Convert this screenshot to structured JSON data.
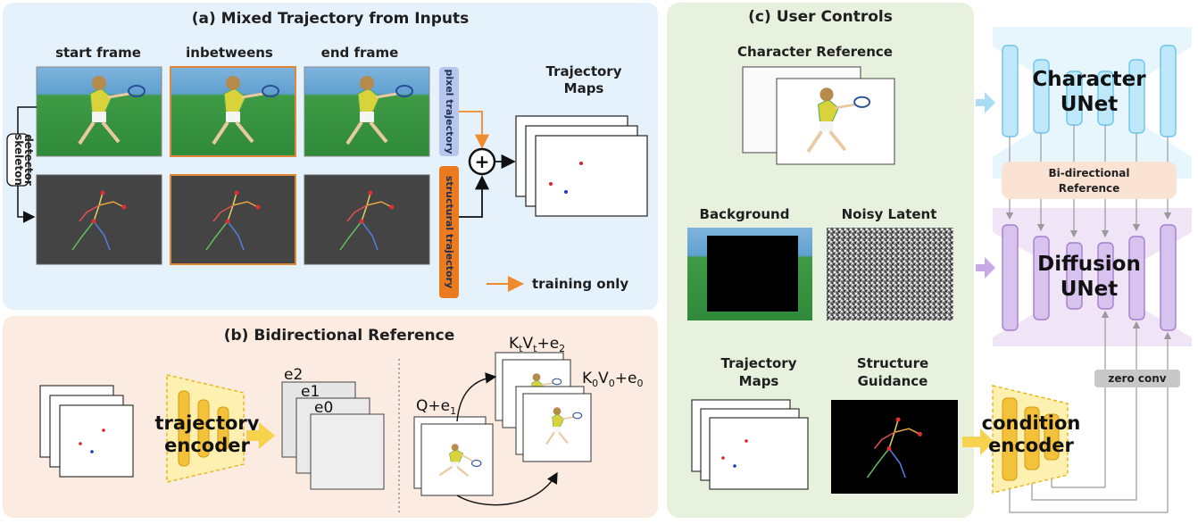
{
  "panel_a": {
    "title": "(a) Mixed Trajectory from Inputs",
    "start_frame": "start frame",
    "inbetweens": "inbetweens",
    "end_frame": "end frame",
    "skeleton_detector": [
      "skeleton",
      "detector"
    ],
    "pixel_trajectory": "pixel trajectory",
    "structural_trajectory": "structural trajectory",
    "plus_symbol": "+",
    "trajectory_maps": [
      "Trajectory",
      "Maps"
    ],
    "training_only": "training only"
  },
  "panel_b": {
    "title": "(b) Bidirectional Reference",
    "trajectory_encoder": [
      "trajectory",
      "encoder"
    ],
    "e2": "e2",
    "e1": "e1",
    "e0": "e0",
    "q_label": "Q+e",
    "q_sub": "1",
    "kt_k": "K",
    "kt_t1": "t",
    "kt_v": "V",
    "kt_t2": "t",
    "kt_plus": "+e",
    "kt_sub": "2",
    "k0_k": "K",
    "k0_01": "0",
    "k0_v": "V",
    "k0_02": "0",
    "k0_plus": "+e",
    "k0_sub": "0"
  },
  "panel_c": {
    "title": "(c) User Controls",
    "character_reference": "Character Reference",
    "background": "Background",
    "noisy_latent": "Noisy Latent",
    "trajectory_maps": [
      "Trajectory",
      "Maps"
    ],
    "structure_guidance": [
      "Structure",
      "Guidance"
    ]
  },
  "network": {
    "character_unet": [
      "Character",
      "UNet"
    ],
    "bi_directional_reference": [
      "Bi-directional",
      "Reference"
    ],
    "diffusion_unet": [
      "Diffusion",
      "UNet"
    ],
    "zero_conv": "zero conv",
    "condition_encoder": [
      "condition",
      "encoder"
    ]
  },
  "colors": {
    "panel_a_bg": "#e6f2fb",
    "panel_b_bg": "#fbebe1",
    "panel_c_bg": "#e7f1dd",
    "character_unet": "#bfe8fa",
    "diffusion_unet": "#d8c2ee",
    "reference_box": "#fbe3d3",
    "condition_encoder": "#f7d24f",
    "pixel_tag": "#b7c6ec",
    "structural_tag": "#ec7a1e",
    "training_arrow": "#ef8a2e"
  }
}
